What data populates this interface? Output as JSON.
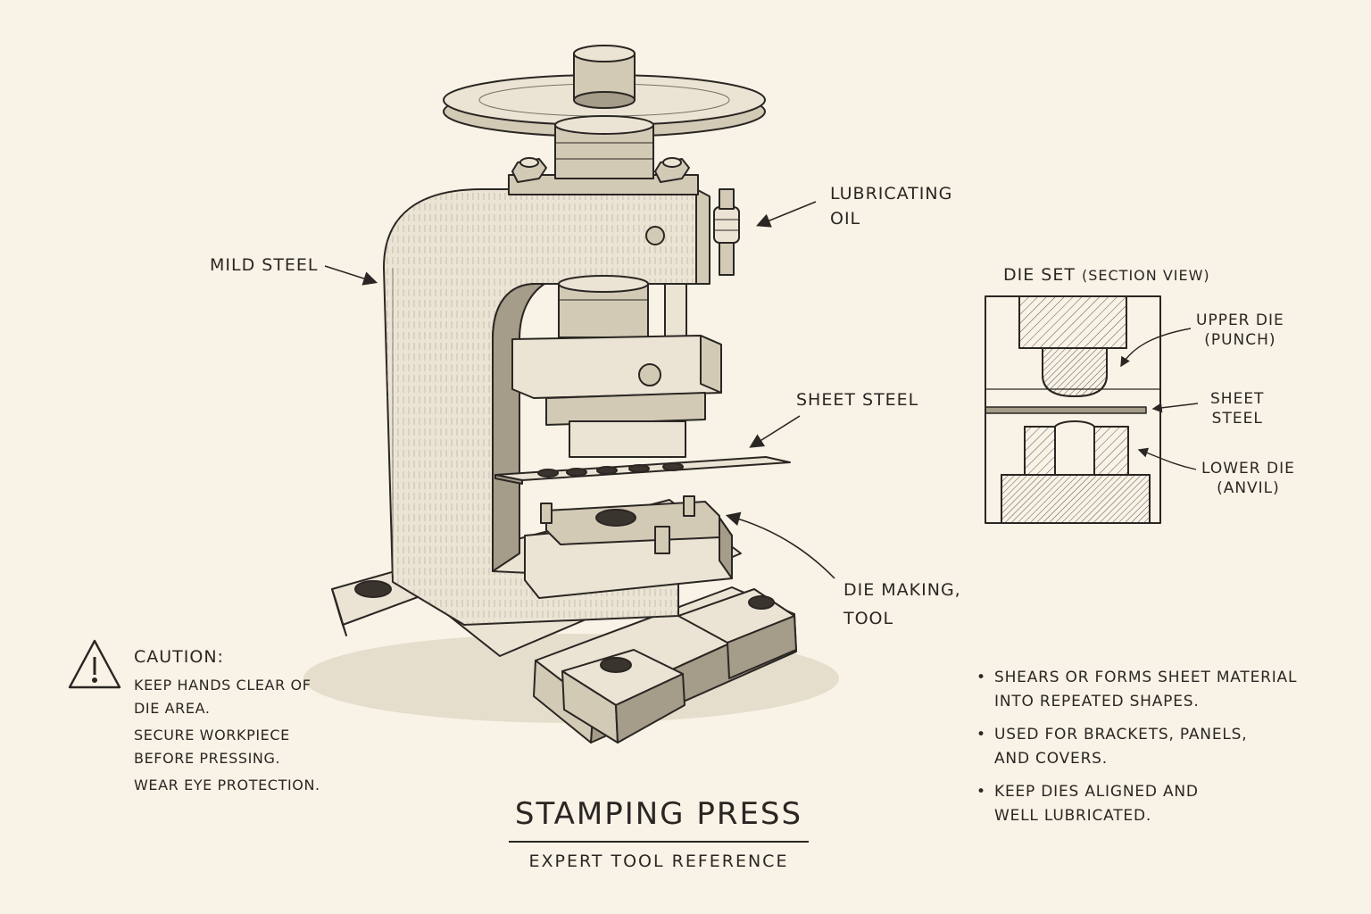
{
  "title": "STAMPING PRESS",
  "subtitle": "EXPERT TOOL REFERENCE",
  "callouts": {
    "mild_steel": "MILD STEEL",
    "lubricating_oil": [
      "LUBRICATING",
      "OIL"
    ],
    "sheet_steel": "SHEET STEEL",
    "die_making_tool": [
      "DIE MAKING,",
      "TOOL"
    ]
  },
  "die_set": {
    "title": "DIE SET",
    "subtitle": "(SECTION VIEW)",
    "labels": {
      "upper_die": [
        "UPPER DIE",
        "(PUNCH)"
      ],
      "sheet_steel": [
        "SHEET",
        "STEEL"
      ],
      "lower_die": [
        "LOWER DIE",
        "(ANVIL)"
      ]
    }
  },
  "caution": {
    "title": "CAUTION:",
    "items": [
      [
        "KEEP HANDS CLEAR OF",
        "DIE AREA."
      ],
      [
        "SECURE WORKPIECE",
        "BEFORE PRESSING."
      ],
      [
        "WEAR EYE PROTECTION."
      ]
    ]
  },
  "notes": [
    [
      "SHEARS OR FORMS SHEET MATERIAL",
      "INTO REPEATED SHAPES."
    ],
    [
      "USED FOR BRACKETS, PANELS,",
      "AND COVERS."
    ],
    [
      "KEEP DIES ALIGNED AND",
      "WELL LUBRICATED."
    ]
  ],
  "icons": {
    "caution": "warning-triangle-icon"
  },
  "colors": {
    "paper": "#f8f3e6",
    "ink": "#2a2623",
    "metal_light": "#ebe4d4",
    "metal_mid": "#d3cab6",
    "metal_dark": "#a59c89"
  }
}
